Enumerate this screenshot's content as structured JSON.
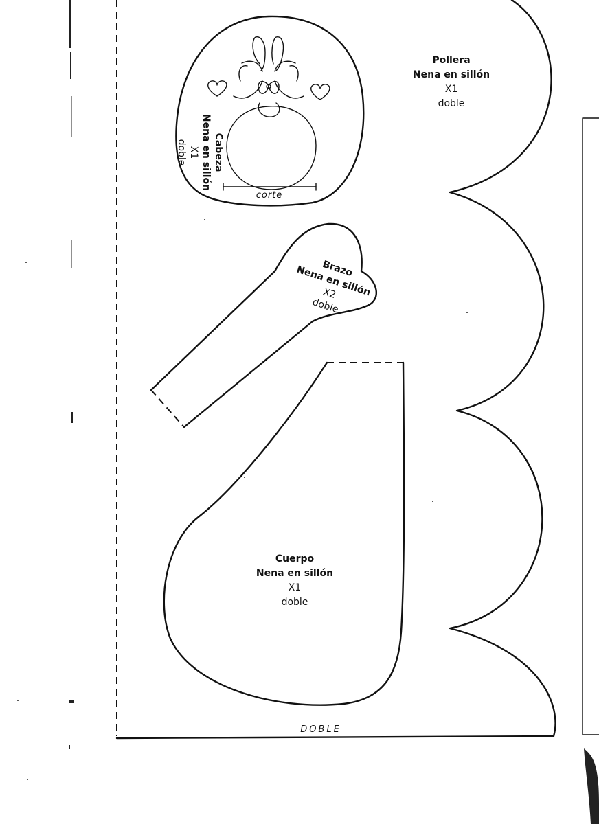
{
  "pieces": {
    "pollera": {
      "name": "Pollera",
      "subtitle": "Nena en sillón",
      "quantity": "X1",
      "fold": "doble"
    },
    "cabeza": {
      "name": "Cabeza",
      "subtitle": "Nena en sillón",
      "quantity": "X1",
      "fold": "doble",
      "cut_mark": "corte"
    },
    "brazo": {
      "name": "Brazo",
      "subtitle": "Nena en sillón",
      "quantity": "X2",
      "fold": "doble"
    },
    "cuerpo": {
      "name": "Cuerpo",
      "subtitle": "Nena en sillón",
      "quantity": "X1",
      "fold": "doble"
    }
  },
  "fold_edge_label": "DOBLE",
  "colors": {
    "ink": "#111111",
    "paper": "#ffffff"
  }
}
